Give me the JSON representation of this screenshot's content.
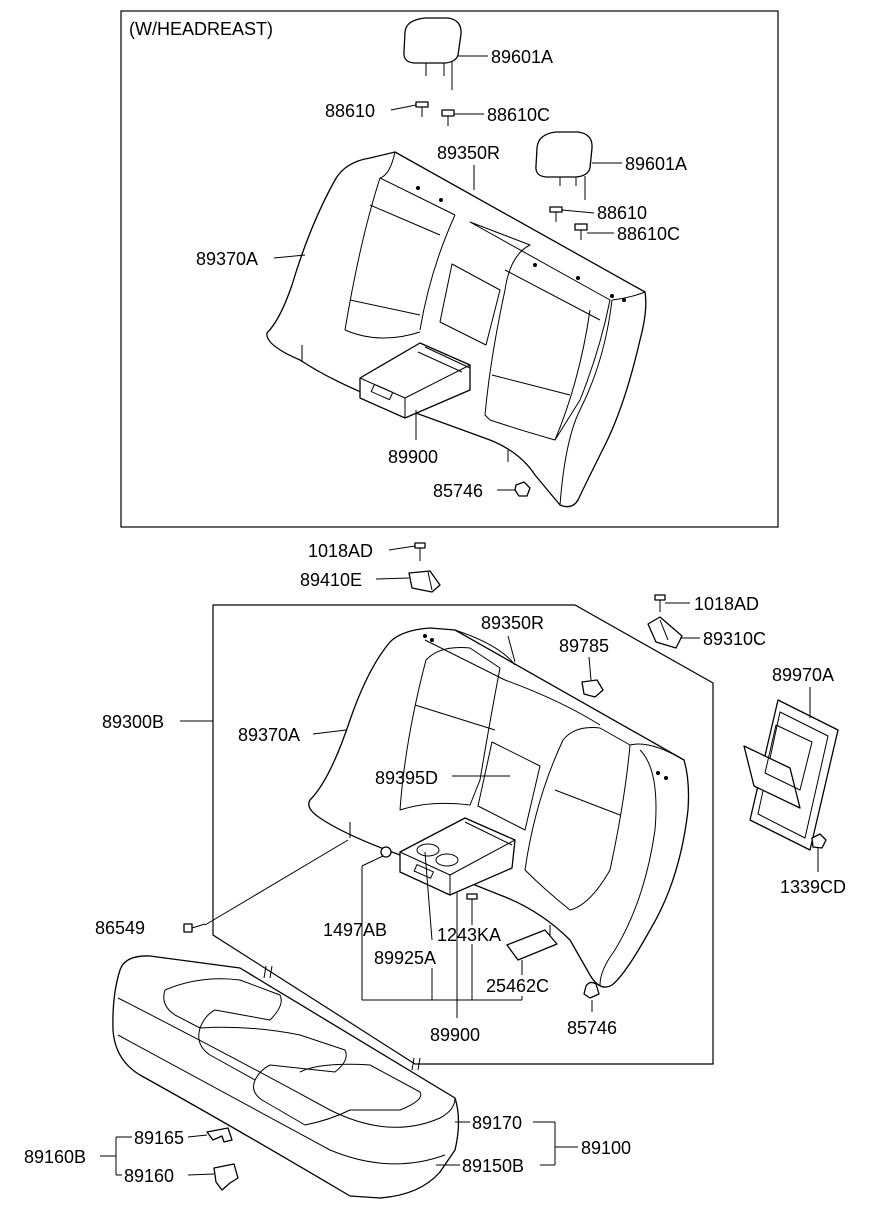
{
  "diagram": {
    "top_frame_label": "(W/HEADREAST)",
    "labels": {
      "p89601A_1": "89601A",
      "p88610_1": "88610",
      "p88610C_1": "88610C",
      "p89350R_1": "89350R",
      "p89601A_2": "89601A",
      "p88610_2": "88610",
      "p88610C_2": "88610C",
      "p89370A_1": "89370A",
      "p89900_1": "89900",
      "p85746_1": "85746",
      "p1018AD_1": "1018AD",
      "p89410E": "89410E",
      "p1018AD_2": "1018AD",
      "p89310C": "89310C",
      "p89350R_2": "89350R",
      "p89785": "89785",
      "p89970A": "89970A",
      "p89300B": "89300B",
      "p89370A_2": "89370A",
      "p89395D": "89395D",
      "p1339CD": "1339CD",
      "p86549": "86549",
      "p1497AB": "1497AB",
      "p1243KA": "1243KA",
      "p89925A": "89925A",
      "p25462C": "25462C",
      "p89900_2": "89900",
      "p85746_2": "85746",
      "p89170": "89170",
      "p89100": "89100",
      "p89165": "89165",
      "p89160B": "89160B",
      "p89160": "89160",
      "p89150B": "89150B"
    }
  }
}
